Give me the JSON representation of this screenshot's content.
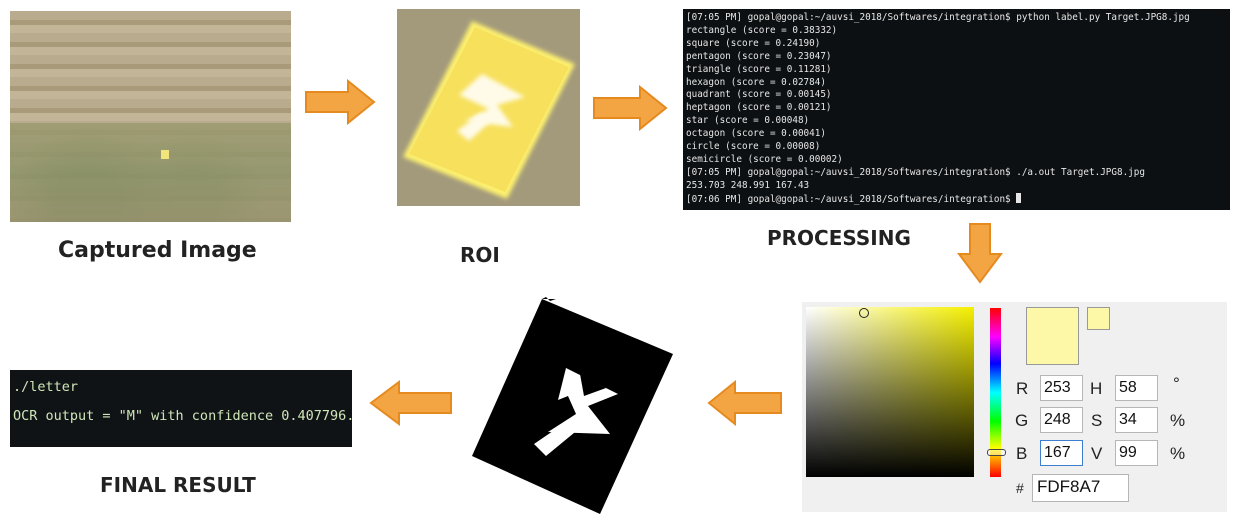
{
  "captions": {
    "captured": "Captured Image",
    "roi": "ROI",
    "processing": "PROCESSING",
    "final": "FINAL RESULT"
  },
  "terminal": {
    "lines": [
      "[07:05 PM] gopal@gopal:~/auvsi_2018/Softwares/integration$ python label.py Target.JPG8.jpg",
      "rectangle (score = 0.38332)",
      "square (score = 0.24190)",
      "pentagon (score = 0.23047)",
      "triangle (score = 0.11281)",
      "hexagon (score = 0.02784)",
      "quadrant (score = 0.00145)",
      "heptagon (score = 0.00121)",
      "star (score = 0.00048)",
      "octagon (score = 0.00041)",
      "circle (score = 0.00008)",
      "semicircle (score = 0.00002)",
      "[07:05 PM] gopal@gopal:~/auvsi_2018/Softwares/integration$ ./a.out Target.JPG8.jpg",
      "253.703 248.991 167.43",
      "[07:06 PM] gopal@gopal:~/auvsi_2018/Softwares/integration$ "
    ]
  },
  "color_picker": {
    "color": "#fdf8a7",
    "labels": {
      "r": "R",
      "g": "G",
      "b": "B",
      "h": "H",
      "s": "S",
      "v": "V",
      "hash": "#"
    },
    "values": {
      "r": "253",
      "g": "248",
      "b": "167",
      "h": "58",
      "s": "34",
      "v": "99"
    },
    "units": {
      "h": "°",
      "s": "%",
      "v": "%"
    },
    "hex": "FDF8A7"
  },
  "final_result": {
    "line1": "./letter",
    "line2": "OCR output = \"M\" with confidence 0.407796."
  },
  "colors": {
    "arrow": "#f4a543",
    "arrow_stroke": "#e58a1f",
    "terminal_bg": "#0d1013",
    "target_yellow": "#f9e36a"
  }
}
